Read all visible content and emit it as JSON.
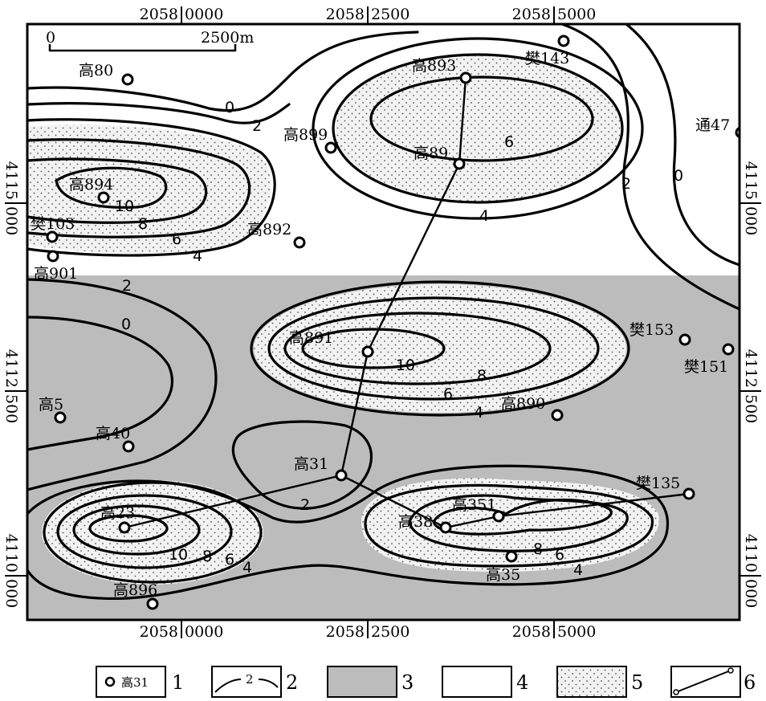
{
  "map": {
    "colors": {
      "grey_region": "#bcbcbc",
      "stipple_bg": "#f2f2f2",
      "stipple_dot": "#555555",
      "line": "#000000"
    },
    "coords_top": [
      "2058",
      "0000",
      "2058",
      "2500",
      "2058",
      "5000"
    ],
    "coords_bottom": [
      "2058",
      "0000",
      "2058",
      "2500",
      "2058",
      "5000"
    ],
    "coords_left": [
      "4115",
      "000",
      "4112",
      "500",
      "4110",
      "000"
    ],
    "coords_right": [
      "4115",
      "000",
      "4112",
      "500",
      "4110",
      "000"
    ],
    "scale_bar": {
      "start_label": "0",
      "end_label": "2500m"
    },
    "wells": [
      {
        "name": "高80"
      },
      {
        "name": "樊143"
      },
      {
        "name": "高893"
      },
      {
        "name": "高899"
      },
      {
        "name": "高89"
      },
      {
        "name": "通47"
      },
      {
        "name": "高894"
      },
      {
        "name": "樊103"
      },
      {
        "name": "高892"
      },
      {
        "name": "高901"
      },
      {
        "name": "高891"
      },
      {
        "name": "樊153"
      },
      {
        "name": "樊151"
      },
      {
        "name": "高890"
      },
      {
        "name": "高5"
      },
      {
        "name": "高40"
      },
      {
        "name": "高31"
      },
      {
        "name": "樊135"
      },
      {
        "name": "高351"
      },
      {
        "name": "高23"
      },
      {
        "name": "高38"
      },
      {
        "name": "高35"
      },
      {
        "name": "高896"
      }
    ],
    "contour_labels": [
      "0",
      "2",
      "10",
      "8",
      "6",
      "4",
      "6",
      "4",
      "2",
      "0",
      "2",
      "0",
      "10",
      "8",
      "6",
      "4",
      "2",
      "10",
      "8",
      "6",
      "4",
      "8",
      "6",
      "4"
    ]
  },
  "legend": {
    "items": [
      {
        "number": "1",
        "sample_text": "高31"
      },
      {
        "number": "2",
        "sample_text": "2"
      },
      {
        "number": "3"
      },
      {
        "number": "4"
      },
      {
        "number": "5"
      },
      {
        "number": "6"
      }
    ]
  }
}
